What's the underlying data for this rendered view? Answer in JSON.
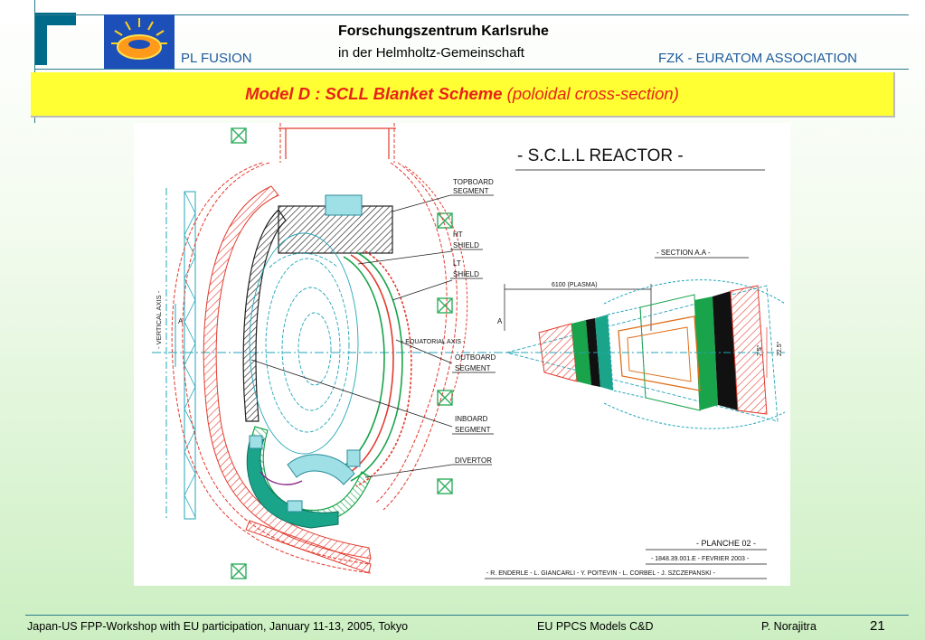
{
  "header": {
    "org_title": "Forschungszentrum Karlsruhe",
    "org_subtitle": "in der Helmholtz-Gemeinschaft",
    "left_label": "PL FUSION",
    "right_label": "FZK - EURATOM ASSOCIATION"
  },
  "banner": {
    "title_main": "Model D : SCLL Blanket Scheme",
    "title_sub": "(poloidal cross-section)"
  },
  "drawing": {
    "reactor_title": "- S.C.L.L  REACTOR -",
    "labels": {
      "topboard": [
        "TOPBOARD",
        "SEGMENT"
      ],
      "ht_shield": [
        "HT",
        "SHIELD"
      ],
      "lt_shield": [
        "LT",
        "SHIELD"
      ],
      "outboard": [
        "OUTBOARD",
        "SEGMENT"
      ],
      "inboard": [
        "INBOARD",
        "SEGMENT"
      ],
      "divertor": "DIVERTOR",
      "equatorial_axis": "- EQUATORIAL AXIS -",
      "vertical_axis": "- VERTICAL AXIS -",
      "section": "- SECTION  A.A -",
      "plasma_dim": "6100  (PLASMA)",
      "section_mark": "A",
      "angle_1": "22.5°",
      "angle_2": "7.5°",
      "planche": "- PLANCHE  02 -",
      "ref_line": "- 1848.39.001.E - FEVRIER 2003 -",
      "authors": "- R. ENDERLE - L. GIANCARLI - Y. POITEVIN - L. CORBEL - J. SZCZEPANSKI -"
    }
  },
  "footer": {
    "workshop": "Japan-US FPP-Workshop with EU participation, January 11-13, 2005, Tokyo",
    "topic": "EU PPCS  Models C&D",
    "author": "P.  Norajitra",
    "page": "21"
  },
  "colors": {
    "brand_blue": "#1d5a9c",
    "banner_yellow": "#ffff33",
    "banner_text": "#e8221b",
    "rule_teal": "#2d7a8e"
  }
}
